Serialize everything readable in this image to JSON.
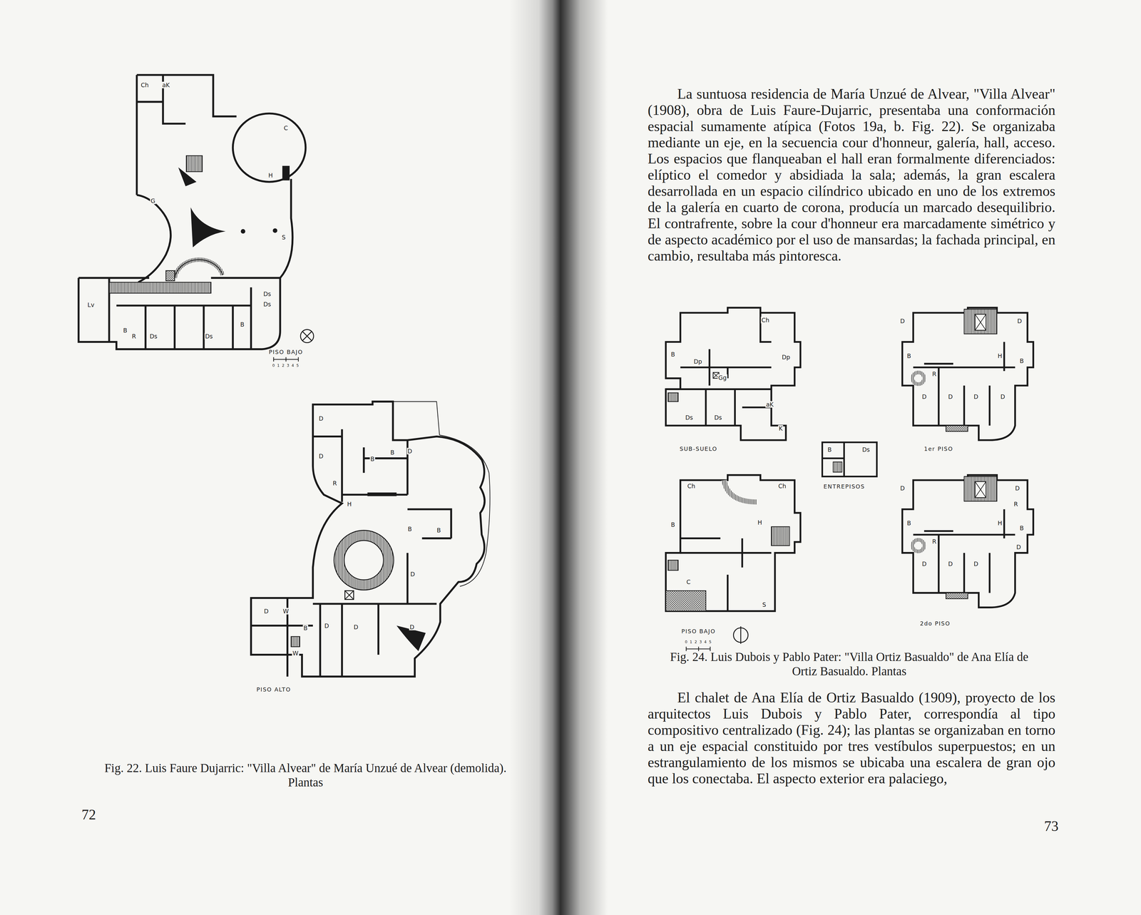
{
  "diagram": {
    "labels": [
      "Ch",
      "aK",
      "C",
      "G",
      "H",
      "S",
      "Lv",
      "B",
      "R",
      "Ds",
      "Ds",
      "B",
      "Ds",
      "Ds",
      "PISO BAJO",
      "0 1 2 3 4 5",
      "D",
      "D",
      "B",
      "B",
      "D",
      "R",
      "H",
      "B",
      "B",
      "D",
      "D",
      "W",
      "B",
      "D",
      "D",
      "D",
      "W",
      "PISO ALTO",
      "Fig. 22. Luis Faure Dujarric: \"Villa Alvear\" de María Unzué de Alvear (demolida). Plantas",
      "72",
      "La suntuosa residencia de María Unzué de Alvear, \"Villa Alvear\" (1908), obra de Luis Faure-Dujarric, presentaba una conformación espacial sumamente atípica (Fotos 19a, b. Fig. 22). Se organizaba mediante un eje, en la secuencia cour d'honneur, galería, hall, acceso. Los espacios que flanqueaban el hall eran formalmente diferenciados: elíptico el comedor y absidiada la sala; además, la gran escalera desarrollada en un espacio cilíndrico ubicado en uno de los extremos de la galería en cuarto de corona, producía un marcado desequilibrio. El contrafrente, sobre la cour d'honneur era marcadamente simétrico y de aspecto académico por el uso de mansardas; la fachada principal, en cambio, resultaba más pintoresca.",
      "Ch",
      "Dp",
      "B",
      "Dp",
      "Gg",
      "aK",
      "Ds",
      "Ds",
      "K",
      "SUB-SUELO",
      "D",
      "D",
      "B",
      "R",
      "H",
      "B",
      "D",
      "D",
      "D",
      "D",
      "1er PISO",
      "B",
      "Ds",
      "ENTREPISOS",
      "Ch",
      "Ch",
      "B",
      "H",
      "C",
      "S",
      "PISO BAJO",
      "0 1 2 3 4 5",
      "D",
      "D",
      "R",
      "B",
      "R",
      "H",
      "B",
      "D",
      "D",
      "D",
      "D",
      "2do PISO",
      "Fig. 24. Luis Dubois y Pablo Pater: \"Villa Ortiz Basualdo\" de Ana Elía de Ortiz Basualdo. Plantas",
      "El chalet de Ana Elía de Ortiz Basualdo (1909), proyecto de los arquitectos Luis Dubois y Pablo Pater, correspondía al tipo compositivo centralizado (Fig. 24); las plantas se organizaban en torno a un eje espacial constituido por tres vestíbulos superpuestos; en un estrangulamiento de los mismos se ubicaba una escalera de gran ojo que los conectaba. El aspecto exterior era palaciego,",
      "73"
    ]
  }
}
